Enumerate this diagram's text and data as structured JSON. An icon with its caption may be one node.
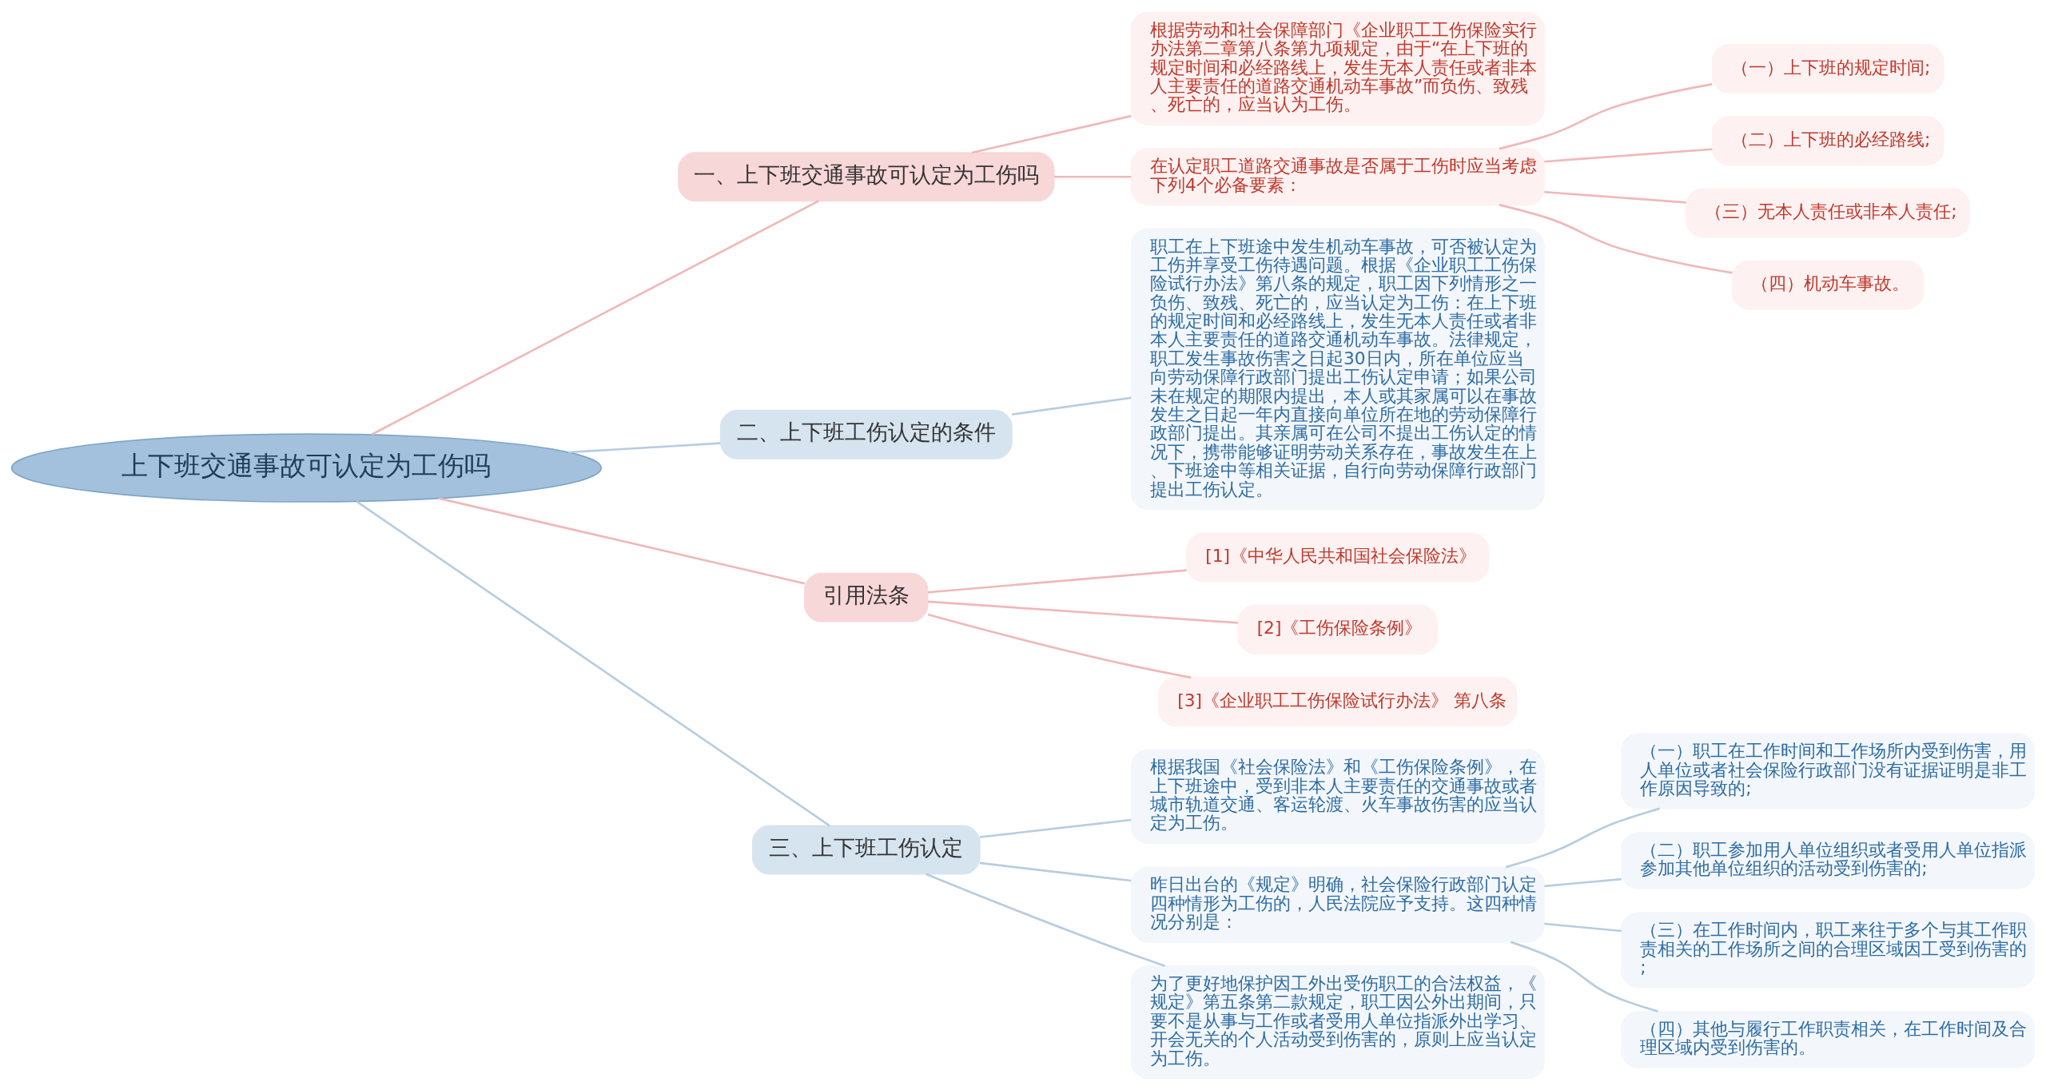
{
  "diagram": {
    "nodes": [
      {
        "text": [
          "上下班交通事故可认定为工伤吗"
        ]
      },
      {
        "text": [
          "一、上下班交通事故可认定为工伤吗"
        ]
      },
      {
        "text": [
          "根据劳动和社会保障部门《企业职工工伤保险实行办法第二章第八条第九项规定，由于“在上下班的规定时间和必经路线上，发生无本人责任或者非本人主要责任的道路交通机动车事故”而负伤、致残、死亡的，应当认为工伤。"
        ]
      },
      {
        "text": [
          "在认定职工道路交通事故是否属于工伤时应当考虑下列4个必备要素："
        ]
      },
      {
        "text": [
          "（一）上下班的规定时间;"
        ]
      },
      {
        "text": [
          "（二）上下班的必经路线;"
        ]
      },
      {
        "text": [
          "（三）无本人责任或非本人责任;"
        ]
      },
      {
        "text": [
          "（四）机动车事故。"
        ]
      },
      {
        "text": [
          "二、上下班工伤认定的条件"
        ]
      },
      {
        "text": [
          "职工在上下班途中发生机动车事故，可否被认定为工伤并享受工伤待遇问题。根据《企业职工工伤保险试行办法》第八条的规定，职工因下列情形之一负伤、致残、死亡的，应当认定为工伤：在上下班的规定时间和必经路线上，发生无本人责任或者非本人主要责任的道路交通机动车事故。法律规定，职工发生事故伤害之日起30日内，所在单位应当向劳动保障行政部门提出工伤认定申请；如果公司未在规定的期限内提出，本人或其家属可以在事故发生之日起一年内直接向单位所在地的劳动保障行政部门提出。其亲属可在公司不提出工伤认定的情况下，携带能够证明劳动关系存在，事故发生在上、下班途中等相关证据，自行向劳动保障行政部门提出工伤认定。"
        ]
      },
      {
        "text": [
          "引用法条"
        ]
      },
      {
        "text": [
          "[1]《中华人民共和国社会保险法》"
        ]
      },
      {
        "text": [
          "[2]《工伤保险条例》"
        ]
      },
      {
        "text": [
          "[3]《企业职工工伤保险试行办法》 第八条"
        ]
      },
      {
        "text": [
          "三、上下班工伤认定"
        ]
      },
      {
        "text": [
          "根据我国《社会保险法》和《工伤保险条例》，在上下班途中，受到非本人主要责任的交通事故或者城市轨道交通、客运轮渡、火车事故伤害的应当认定为工伤。"
        ]
      },
      {
        "text": [
          "昨日出台的《规定》明确，社会保险行政部门认定四种情形为工伤的，人民法院应予支持。这四种情况分别是："
        ]
      },
      {
        "text": [
          "（一）职工在工作时间和工作场所内受到伤害，用人单位或者社会保险行政部门没有证据证明是非工作原因导致的;"
        ]
      },
      {
        "text": [
          "（二）职工参加用人单位组织或者受用人单位指派参加其他单位组织的活动受到伤害的;"
        ]
      },
      {
        "text": [
          "（三）在工作时间内，职工来往于多个与其工作职责相关的工作场所之间的合理区域因工受到伤害的;"
        ]
      },
      {
        "text": [
          "（四）其他与履行工作职责相关，在工作时间及合理区域内受到伤害的。"
        ]
      },
      {
        "text": [
          "为了更好地保护因工外出受伤职工的合法权益，《规定》第五条第二款规定，职工因公外出期间，只要不是从事与工作或者受用人单位指派外出学习、开会无关的个人活动受到伤害的，原则上应当认定为工伤。"
        ]
      }
    ],
    "edges": [
      {
        "from": 0,
        "to": 1,
        "arrow": "none"
      },
      {
        "from": 1,
        "to": 2,
        "arrow": "none"
      },
      {
        "from": 1,
        "to": 3,
        "arrow": "none"
      },
      {
        "from": 3,
        "to": 4,
        "arrow": "none"
      },
      {
        "from": 3,
        "to": 5,
        "arrow": "none"
      },
      {
        "from": 3,
        "to": 6,
        "arrow": "none"
      },
      {
        "from": 3,
        "to": 7,
        "arrow": "none"
      },
      {
        "from": 0,
        "to": 8,
        "arrow": "none",
        "color": "#b7cde0"
      },
      {
        "from": 8,
        "to": 9,
        "arrow": "none",
        "color": "#b7cde0"
      },
      {
        "from": 0,
        "to": 10,
        "arrow": "none"
      },
      {
        "from": 10,
        "to": 11,
        "arrow": "none"
      },
      {
        "from": 10,
        "to": 12,
        "arrow": "none"
      },
      {
        "from": 10,
        "to": 13,
        "arrow": "none"
      },
      {
        "from": 0,
        "to": 14,
        "arrow": "none",
        "color": "#b7cde0"
      },
      {
        "from": 14,
        "to": 15,
        "arrow": "none",
        "color": "#b7cde0"
      },
      {
        "from": 14,
        "to": 16,
        "arrow": "none",
        "color": "#b7cde0"
      },
      {
        "from": 16,
        "to": 17,
        "arrow": "none",
        "color": "#b7cde0"
      },
      {
        "from": 16,
        "to": 18,
        "arrow": "none",
        "color": "#b7cde0"
      },
      {
        "from": 16,
        "to": 19,
        "arrow": "none",
        "color": "#b7cde0"
      },
      {
        "from": 16,
        "to": 20,
        "arrow": "none",
        "color": "#b7cde0"
      },
      {
        "from": 14,
        "to": 21,
        "arrow": "none",
        "color": "#b7cde0"
      }
    ]
  }
}
